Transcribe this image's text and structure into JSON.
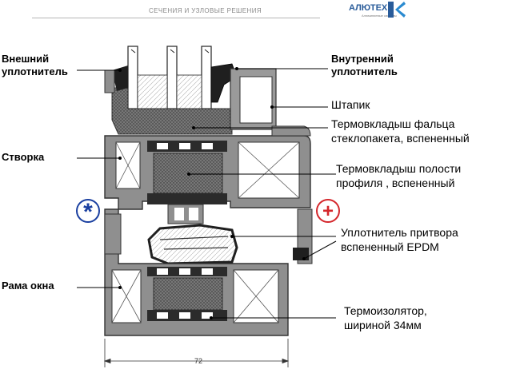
{
  "header": {
    "title": "СЕЧЕНИЯ И УЗЛОВЫЕ РЕШЕНИЯ",
    "brand": "АЛЮТЕХ",
    "brand_tagline": "Алюминиевые системы"
  },
  "labels": {
    "outer_seal": [
      "Внешний",
      "уплотнитель"
    ],
    "inner_seal": [
      "Внутренний",
      "уплотнитель"
    ],
    "glazing_bead": "Штапик",
    "glazing_rebate_insert": [
      "Термовкладыш фальца",
      "стеклопакета, вспененный"
    ],
    "sash": "Створка",
    "profile_cavity_insert": [
      "Термовкладыш  полости",
      "профиля , вспененный"
    ],
    "center_gasket": [
      "Уплотнитель притвора",
      "вспененный EPDM"
    ],
    "window_frame": "Рама  окна",
    "thermal_break": [
      "Термоизолятор,",
      "шириной 34мм"
    ]
  },
  "symbols": {
    "cold_side": "*",
    "warm_side": "+",
    "cold_color": "#1a3fa0",
    "warm_color": "#d4262b"
  },
  "dimension": {
    "width_label": "72"
  },
  "colors": {
    "profile": "#8f8f8f",
    "profile_dark": "#4d4d4d",
    "foam": "#6e6e6e",
    "seal": "#1f1f1f",
    "accent": "#2a5c9a"
  }
}
